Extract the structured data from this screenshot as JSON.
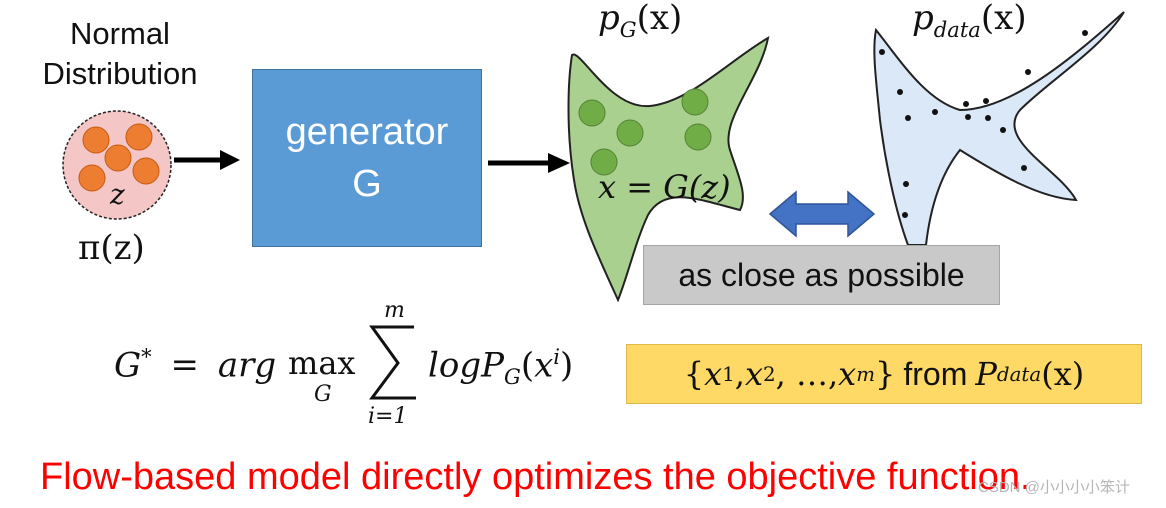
{
  "normal_distribution": {
    "line1": "Normal",
    "line2": "Distribution"
  },
  "z_label": "z",
  "pi_label": "π(z)",
  "generator": {
    "line1": "generator",
    "line2": "G"
  },
  "p_g": {
    "base": "p",
    "sub": "G",
    "arg": "(x)"
  },
  "p_data": {
    "base": "p",
    "sub": "data",
    "arg": "(x)"
  },
  "x_eq": "x = G(z)",
  "close_label": "as close as possible",
  "formula": {
    "lhs": "G",
    "lhs_sup": "*",
    "eq": "=",
    "argmax": "arg",
    "max": "max",
    "max_sub": "G",
    "sum_top": "m",
    "sum_bottom": "i=1",
    "log": "log",
    "P": "P",
    "P_sub": "G",
    "arg_x": "x",
    "arg_sup": "i"
  },
  "samples": {
    "open": "{",
    "items": "x",
    "sup1": "1",
    "sep": ", ",
    "sup2": "2",
    "dots": ", …, ",
    "supm": "m",
    "close": "}",
    "from": "from",
    "P": "P",
    "P_sub": "data",
    "P_arg": "(x)"
  },
  "flow_text": "Flow-based model directly optimizes the objective function.",
  "watermark": "CSDN @小小小小笨计",
  "colors": {
    "generator_blue": "#5b9bd5",
    "green_blob": "#a9d08e",
    "green_dot": "#70ad47",
    "blue_blob": "#dae8f8",
    "orange_dot": "#ed7d31",
    "pink_circle": "#f4c6c6",
    "arrow_blue": "#4472c4",
    "gray_box": "#c9c9c9",
    "yellow_box": "#ffd966",
    "red_text": "#ff0000"
  }
}
